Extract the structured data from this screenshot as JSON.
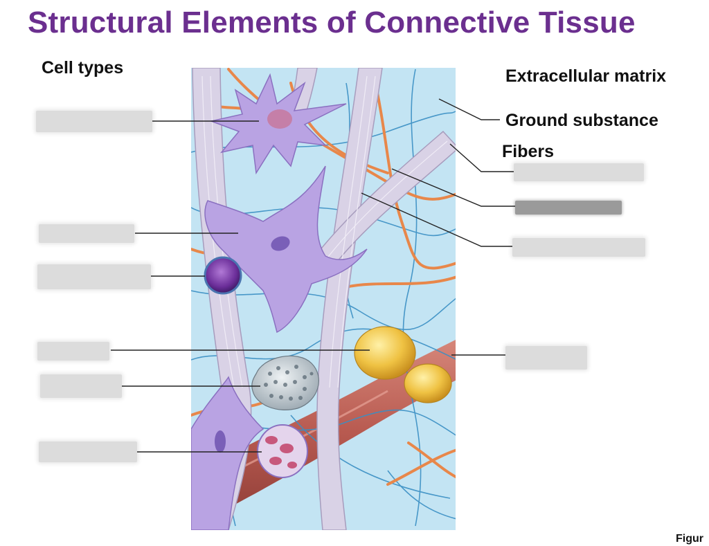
{
  "title": "Structural Elements of Connective Tissue",
  "labels": {
    "cell_types": "Cell types",
    "extracellular_matrix": "Extracellular matrix",
    "ground_substance": "Ground substance",
    "fibers": "Fibers",
    "figure": "Figur"
  },
  "colors": {
    "title": "#6b2f8f",
    "background_tissue": "#b9dff0",
    "collagen_fiber": "#d9d2e6",
    "reticular_fiber": "#e8874a",
    "elastic_fiber": "#3a8fc4",
    "fibroblast": "#b9a3e3",
    "fat_cell": "#efc243",
    "capillary": "#b85a50",
    "mast_cell": "#c9d2d8",
    "lymphocyte": "#7b3ea8"
  }
}
